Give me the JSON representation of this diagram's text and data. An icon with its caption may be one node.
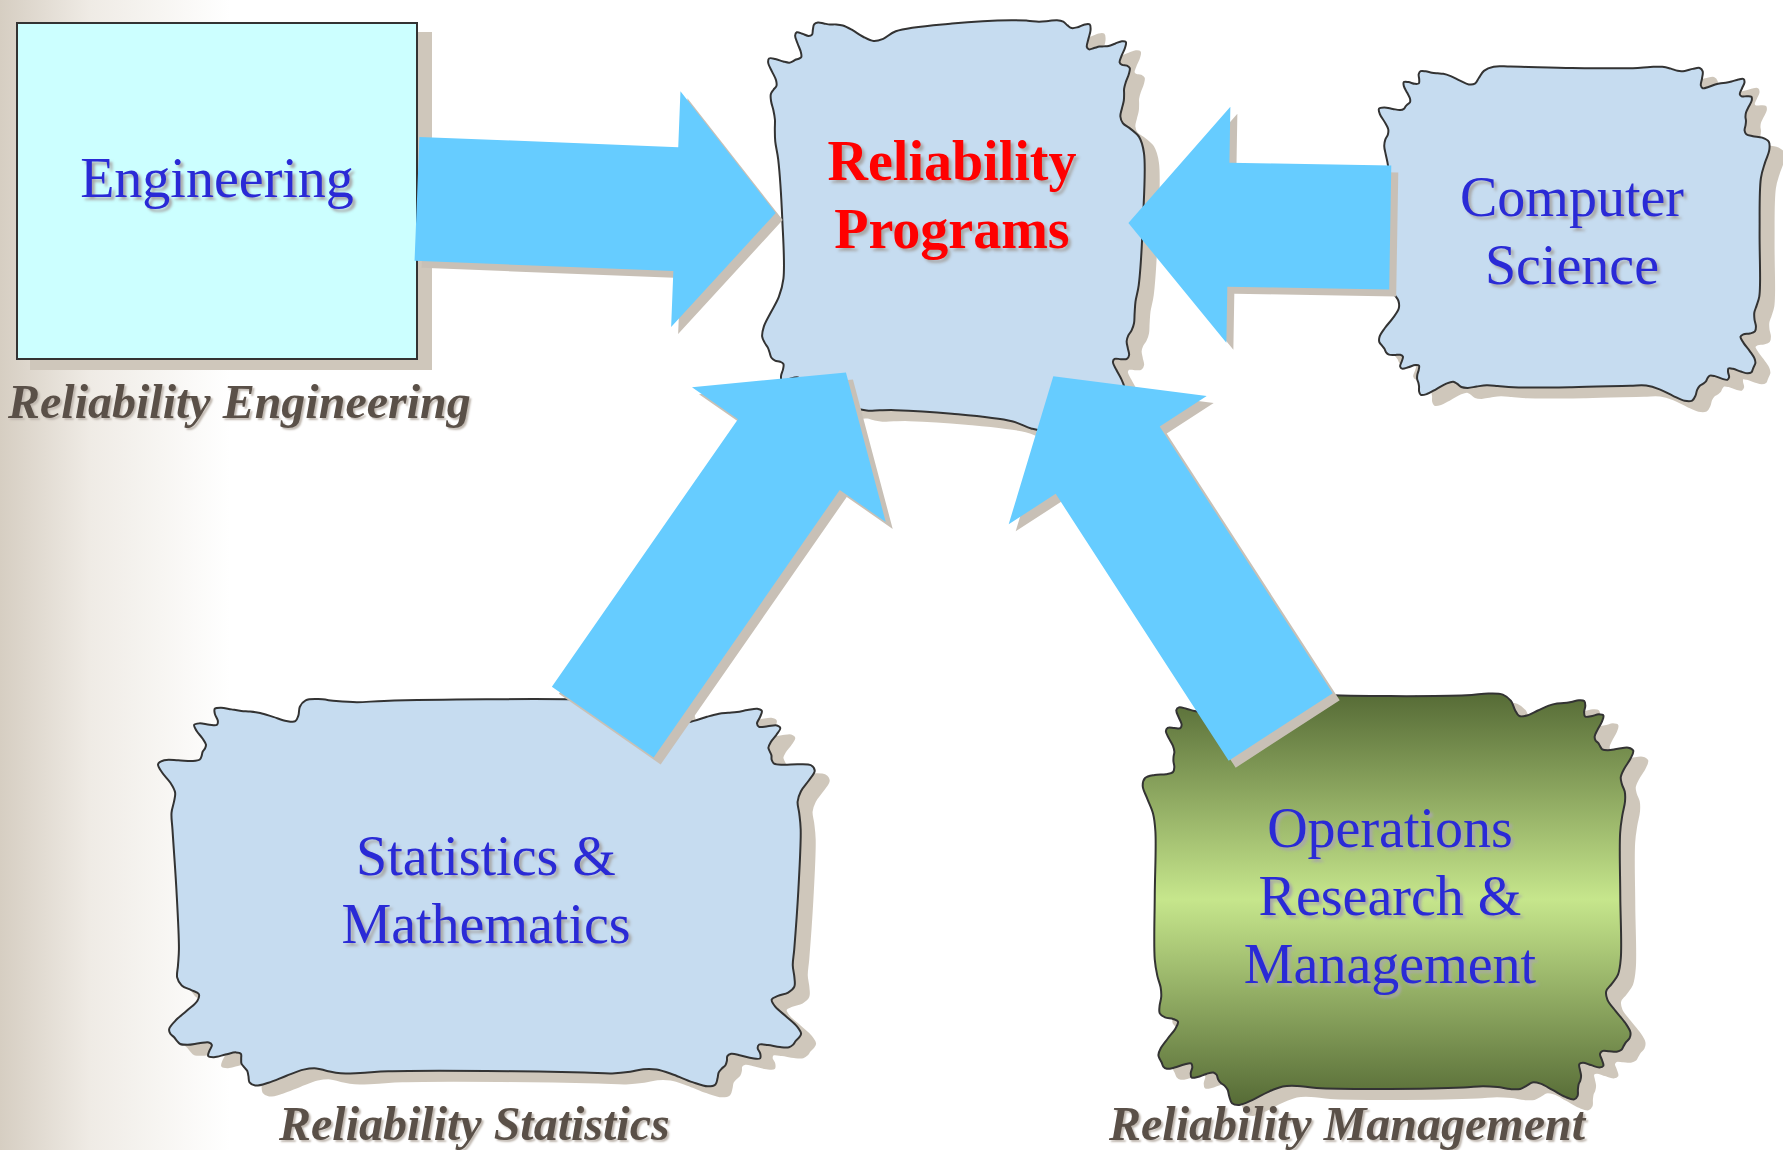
{
  "diagram": {
    "nodes": [
      {
        "text": [
          "Engineering"
        ],
        "beside": [
          "Reliability Engineering"
        ]
      },
      {
        "text": [
          "Reliability Programs"
        ]
      },
      {
        "text": [
          "Computer Science"
        ]
      },
      {
        "text": [
          "Statistics & Mathematics"
        ],
        "beside": [
          "Reliability Statistics"
        ]
      },
      {
        "text": [
          "Operations Research & Management"
        ],
        "beside": [
          "Reliability Management"
        ]
      }
    ],
    "edges": [
      {
        "from": 0,
        "to": 1,
        "arrow": "to"
      },
      {
        "from": 2,
        "to": 1,
        "arrow": "to"
      },
      {
        "from": 3,
        "to": 1,
        "arrow": "to"
      },
      {
        "from": 4,
        "to": 1,
        "arrow": "to"
      }
    ]
  }
}
